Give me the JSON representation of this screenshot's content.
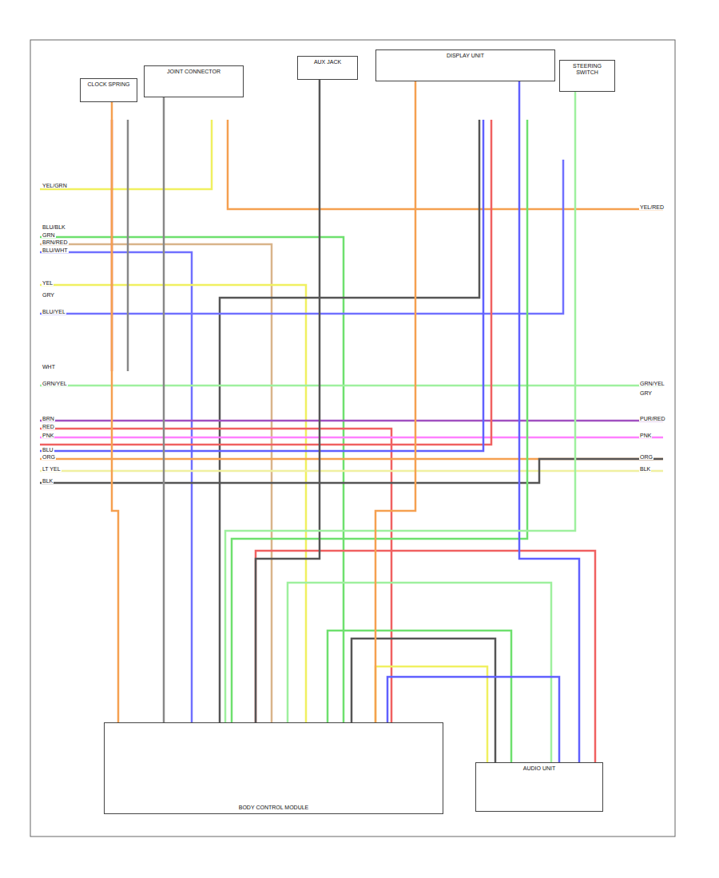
{
  "diagram": {
    "nodes": [
      {
        "text": [
          "CLOCK SPRING"
        ]
      },
      {
        "text": [
          "JOINT CONNECTOR"
        ]
      },
      {
        "text": [
          "AUX JACK"
        ]
      },
      {
        "text": [
          "DISPLAY UNIT"
        ]
      },
      {
        "text": [
          "STEERING SWITCH"
        ]
      },
      {
        "text": [
          "BODY CONTROL MODULE"
        ]
      },
      {
        "text": [
          "AUDIO UNIT"
        ]
      }
    ],
    "edges": [
      {
        "from": 0,
        "to": 5,
        "arrow": "none"
      },
      {
        "from": 1,
        "to": 5,
        "arrow": "none"
      },
      {
        "from": 2,
        "to": 5,
        "arrow": "none"
      },
      {
        "from": 3,
        "to": 6,
        "arrow": "none"
      },
      {
        "from": 4,
        "to": 5,
        "arrow": "none"
      },
      {
        "from": 3,
        "to": 5,
        "arrow": "none"
      }
    ],
    "labels": [
      "YEL/GRN",
      "BLU/BLK",
      "GRN",
      "BRN/RED",
      "BLU/WHT",
      "YEL",
      "GRY",
      "BLU/YEL",
      "WHT",
      "GRN/YEL",
      "BRN",
      "RED",
      "PNK",
      "BLU",
      "ORG",
      "LT YEL",
      "BLK",
      "YEL/RED",
      "GRN/YEL",
      "GRY",
      "PUR/RED",
      "PNK",
      "ORG",
      "BLK"
    ]
  }
}
